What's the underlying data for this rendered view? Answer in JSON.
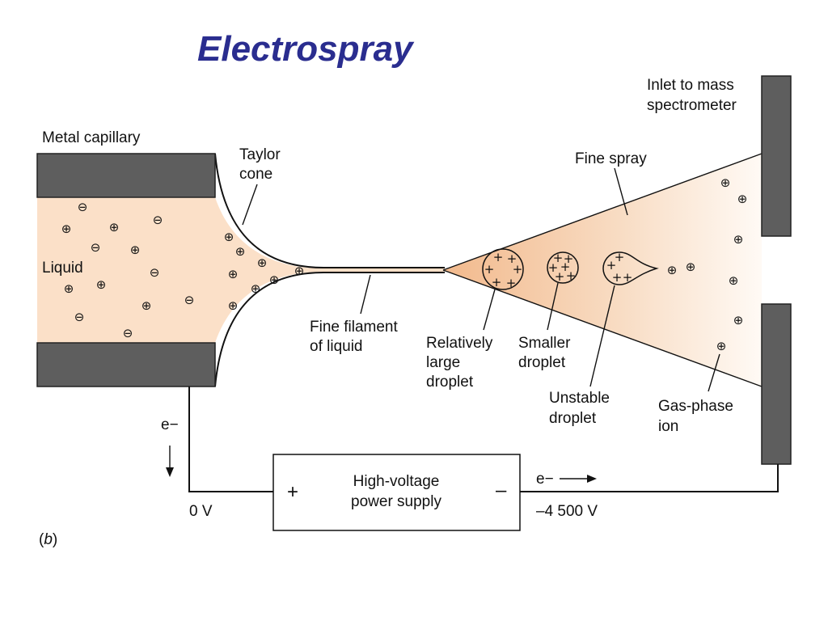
{
  "title": "Electrospray",
  "labels": {
    "metal_capillary": "Metal capillary",
    "taylor_cone_1": "Taylor",
    "taylor_cone_2": "cone",
    "liquid": "Liquid",
    "inlet_1": "Inlet to mass",
    "inlet_2": "spectrometer",
    "fine_spray": "Fine spray",
    "filament_1": "Fine filament",
    "filament_2": "of liquid",
    "large_1": "Relatively",
    "large_2": "large",
    "large_3": "droplet",
    "smaller_1": "Smaller",
    "smaller_2": "droplet",
    "unstable_1": "Unstable",
    "unstable_2": "droplet",
    "gasion_1": "Gas-phase",
    "gasion_2": "ion",
    "electron_left": "e−",
    "electron_right": "e−",
    "power_1": "High-voltage",
    "power_2": "power supply",
    "plus_terminal": "+",
    "minus_terminal": "–",
    "voltage_zero": "0 V",
    "voltage_neg": "–4 500 V",
    "panel_open": "(",
    "panel_letter": "b",
    "panel_close": ")"
  },
  "ions": {
    "positive": "⊕",
    "negative": "⊖",
    "charge": "+"
  },
  "colors": {
    "liquid": "#fbe0c8",
    "spray": "#f5c8a0",
    "electrode": "#5e5e5e",
    "title": "#2a2d8f"
  }
}
